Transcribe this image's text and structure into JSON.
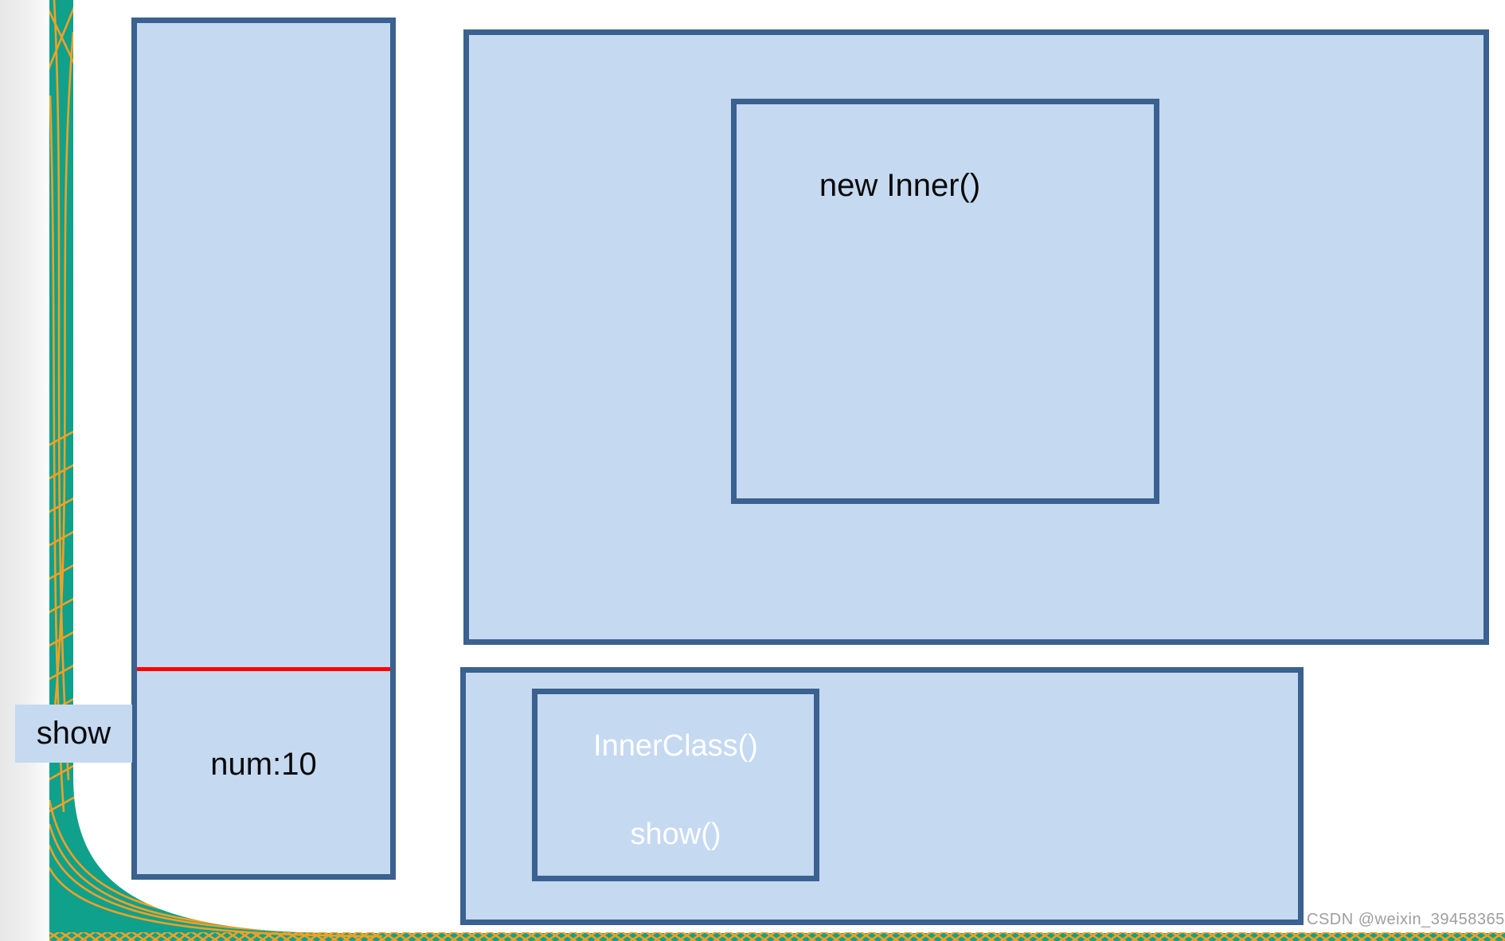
{
  "slide": {
    "stack_box": {
      "value_label": "num:10"
    },
    "stack_frame_label": "show",
    "heap_box": {
      "object_box_label": "new Inner()"
    },
    "method_area_box": {
      "class_box": {
        "constructor_label": "InnerClass()",
        "method_label": "show()"
      }
    },
    "watermark": "CSDN @weixin_39458365",
    "colors": {
      "box_fill": "#c5d9f1",
      "box_border": "#3a618f",
      "divider_red": "#fe0000",
      "teal_band": "#0fa18b",
      "orange_accent": "#f2a024",
      "watermark_gray": "#9e9e9e",
      "text_dark": "#0a0a0a",
      "text_light": "#ffffff"
    }
  }
}
